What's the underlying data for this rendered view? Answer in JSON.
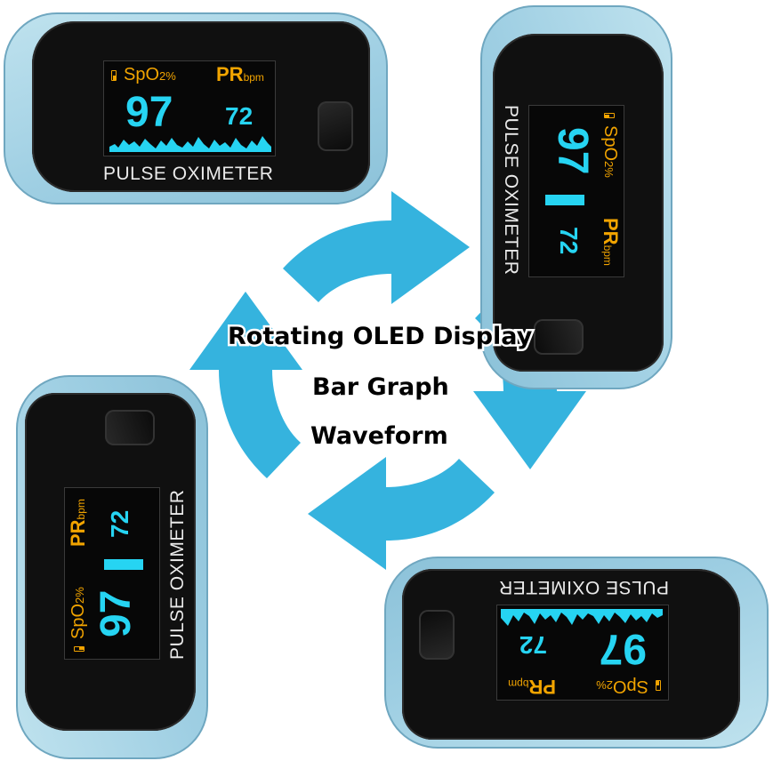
{
  "colors": {
    "shell": "#9fcfe3",
    "body": "#101010",
    "label_amber": "#f2a400",
    "value_cyan": "#26d4f2",
    "arrow_blue": "#35b3de"
  },
  "devices": [
    {
      "spo2_label": "SpO",
      "spo2_unit": "2%",
      "pr_label": "PR",
      "pr_unit": "bpm",
      "spo2_value": "97",
      "pr_value": "72",
      "brand_label": "PULSE OXIMETER",
      "battery_icon": "battery-icon"
    },
    {
      "spo2_label": "SpO",
      "spo2_unit": "2%",
      "pr_label": "PR",
      "pr_unit": "bpm",
      "spo2_value": "97",
      "pr_value": "72",
      "brand_label": "PULSE OXIMETER",
      "battery_icon": "battery-icon"
    },
    {
      "spo2_label": "SpO",
      "spo2_unit": "2%",
      "pr_label": "PR",
      "pr_unit": "bpm",
      "spo2_value": "97",
      "pr_value": "72",
      "brand_label": "PULSE OXIMETER",
      "battery_icon": "battery-icon"
    },
    {
      "spo2_label": "SpO",
      "spo2_unit": "2%",
      "pr_label": "PR",
      "pr_unit": "bpm",
      "spo2_value": "97",
      "pr_value": "72",
      "brand_label": "PULSE OXIMETER",
      "battery_icon": "battery-icon"
    }
  ],
  "captions": {
    "line1": "Rotating OLED Display",
    "line2": "Bar Graph",
    "line3": "Waveform"
  },
  "icons": {
    "rotation": "circular-rotation-arrows-icon",
    "waveform": "waveform-icon",
    "bar_graph": "bar-graph-icon"
  }
}
